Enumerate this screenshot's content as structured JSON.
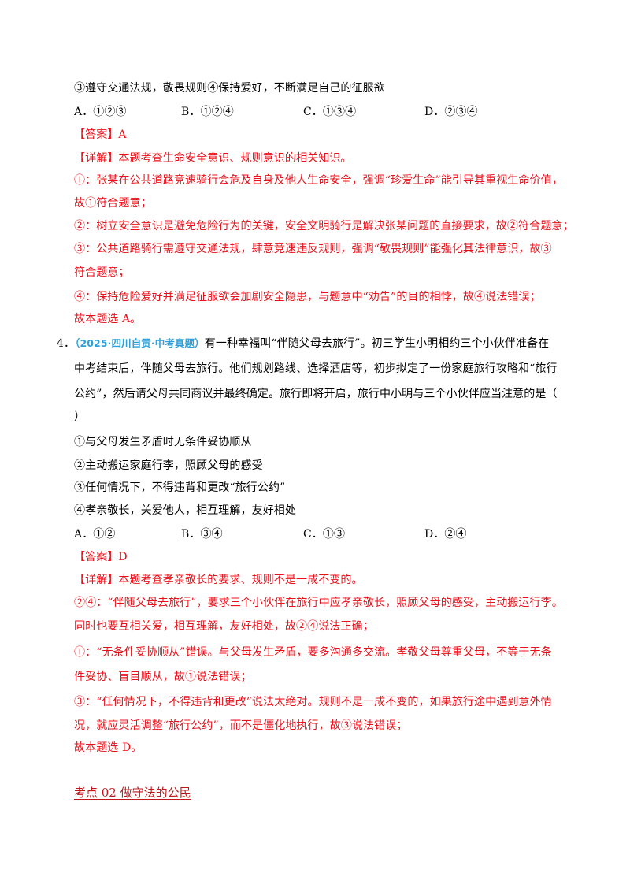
{
  "q3": {
    "stmt3_4": "③遵守交通法规，敬畏规则④保持爱好，不断满足自己的征服欲",
    "options": [
      "A．①②③",
      "B．①②④",
      "C．①③④",
      "D．②③④"
    ],
    "answer_label": "【答案】",
    "answer": "A",
    "detail_label": "【详解】",
    "detail_intro": "本题考查生命安全意识、规则意识的相关知识。",
    "e1_line1": "①：张某在公共道路竞速骑行会危及自身及他人生命安全，强调“珍爱生命”能引导其重视生命价值，",
    "e1_line2": "故①符合题意；",
    "e2": "②：树立安全意识是避免危险行为的关键，安全文明骑行是解决张某问题的直接要求，故②符合题意；",
    "e3_line1": "③：公共道路骑行需遵守交通法规，肆意竞速违反规则，强调“敬畏规则”能强化其法律意识，故③",
    "e3_line2": "符合题意；",
    "e4": "④：保持危险爱好并满足征服欲会加剧安全隐患，与题意中“劝告”的目的相悖，故④说法错误；",
    "conclusion": "故本题选 A。"
  },
  "q4": {
    "number": "4．",
    "source": "（2025·四川自贡·中考真题）",
    "stem_line1": "有一种幸福叫“伴随父母去旅行”。初三学生小明相约三个小伙伴准备在",
    "stem_line2": "中考结束后，伴随父母去旅行。他们规划路线、选择酒店等，初步拟定了一份家庭旅行攻略和“旅行",
    "stem_line3": "公约”，然后请父母共同商议并最终确定。旅行即将开启，旅行中小明与三个小伙伴应当注意的是（",
    "stem_line4": "）",
    "statements": [
      "①与父母发生矛盾时无条件妥协顺从",
      "②主动搬运家庭行李，照顾父母的感受",
      "③任何情况下，不得违背和更改“旅行公约”",
      "④孝亲敬长，关爱他人，相互理解，友好相处"
    ],
    "options": [
      "A．①②",
      "B．③④",
      "C．①③",
      "D．②④"
    ],
    "answer_label": "【答案】",
    "answer": "D",
    "detail_label": "【详解】",
    "detail_intro": "本题考查孝亲敬长的要求、规则不是一成不变的。",
    "e24_line1": "②④：“伴随父母去旅行”，要求三个小伙伴在旅行中应孝亲敬长，照顾父母的感受，主动搬运行李。",
    "e24_line2": "同时也要互相关爱，相互理解，友好相处，故②④说法正确；",
    "e1_line1": "①：“无条件妥协顺从”错误。与父母发生矛盾，要多沟通多交流。孝敬父母尊重父母，不等于无条",
    "e1_line2": "件妥协、盲目顺从，故①说法错误；",
    "e3_line1": "③：“任何情况下，不得违背和更改”说法太绝对。规则不是一成不变的，如果旅行途中遇到意外情",
    "e3_line2": "况，就应灵活调整“旅行公约”，而不是僵化地执行，故③说法错误；",
    "conclusion": "故本题选 D。"
  },
  "section_heading": "考点 02  做守法的公民"
}
